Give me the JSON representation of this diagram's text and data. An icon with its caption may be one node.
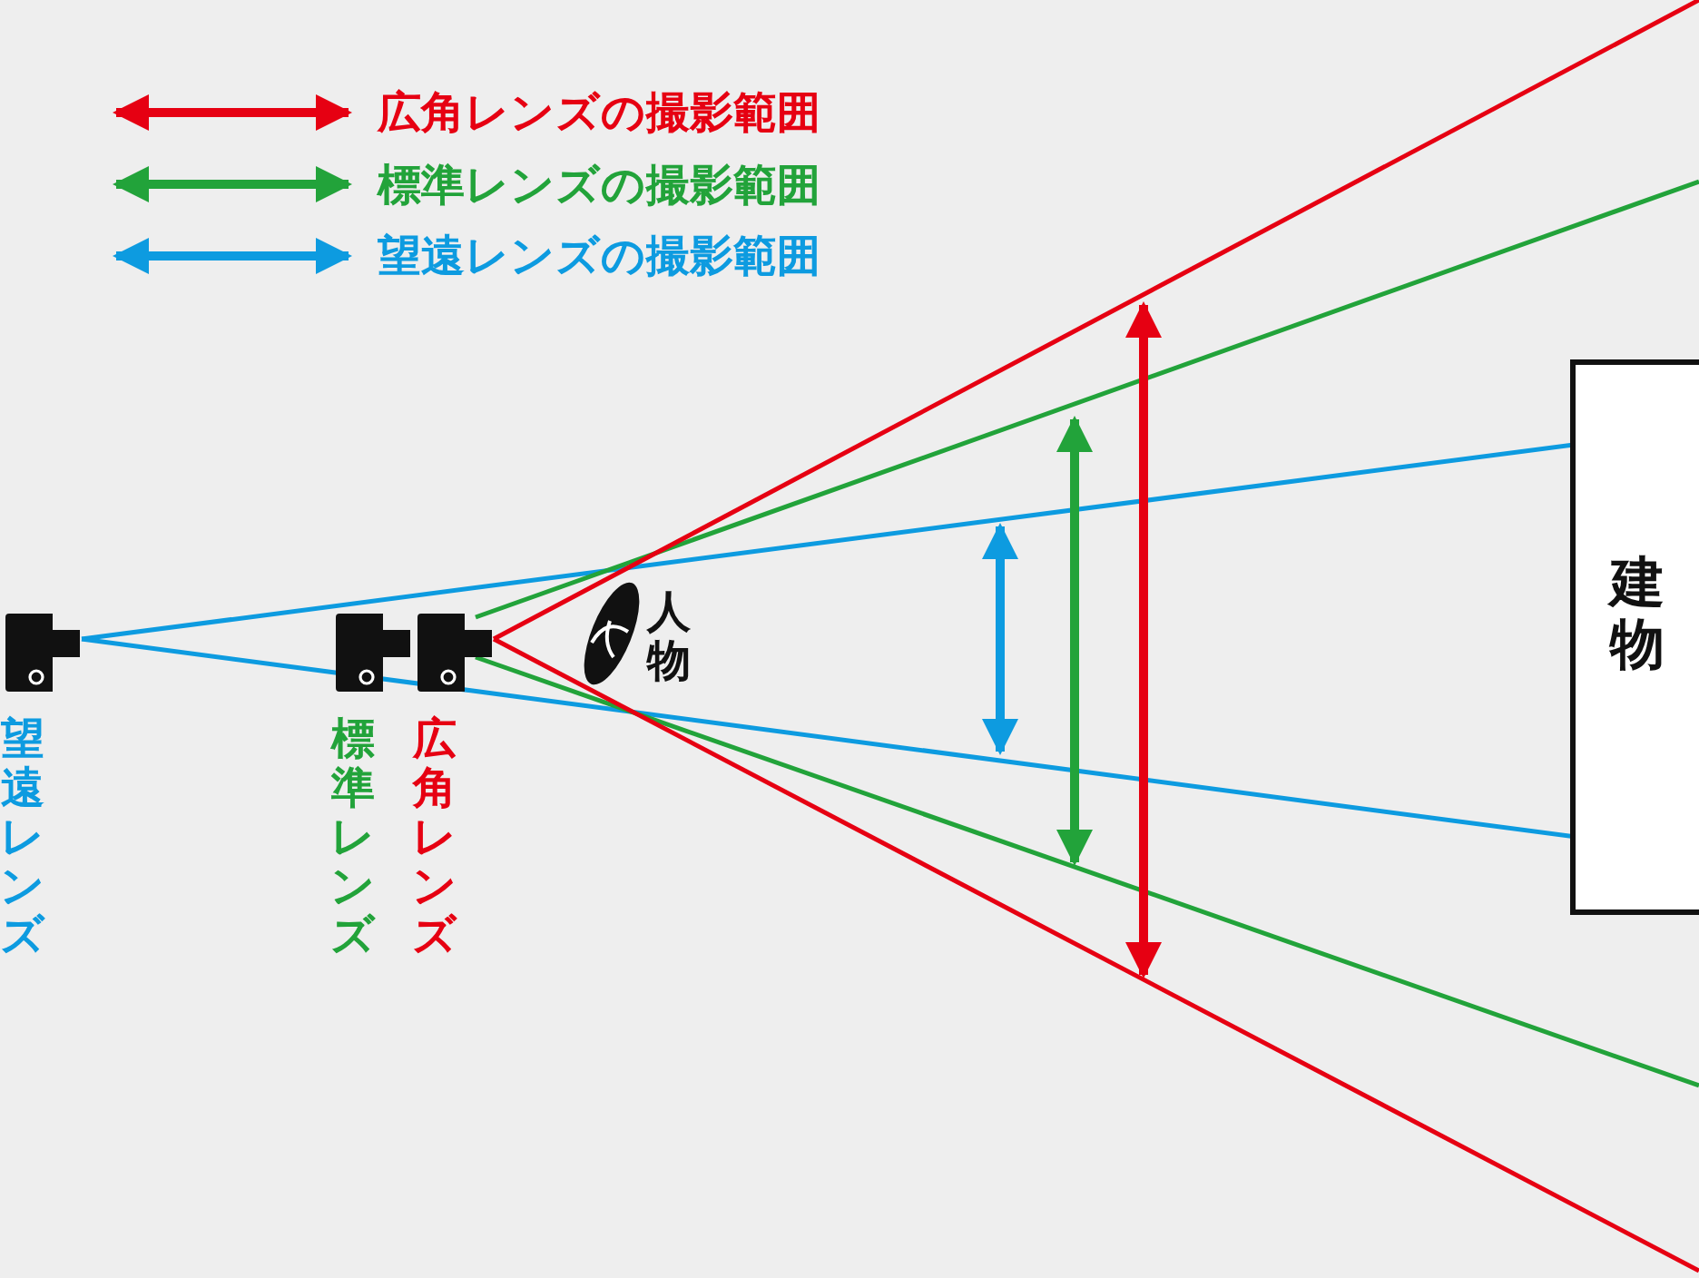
{
  "diagram": {
    "nodes": [
      {
        "text": [],
        "shape": "picture",
        "beside": [
          "望遠レンズ"
        ]
      },
      {
        "text": [],
        "shape": "picture",
        "beside": [
          "標準レンズ"
        ]
      },
      {
        "text": [],
        "shape": "picture",
        "beside": [
          "広角レンズ"
        ]
      },
      {
        "text": [],
        "shape": "picture",
        "beside": [
          "人物"
        ]
      },
      {
        "text": [
          "建物"
        ]
      }
    ],
    "legend": [
      {
        "text": "広角レンズの撮影範囲"
      },
      {
        "text": "標準レンズの撮影範囲"
      },
      {
        "text": "望遠レンズの撮影範囲"
      }
    ]
  }
}
